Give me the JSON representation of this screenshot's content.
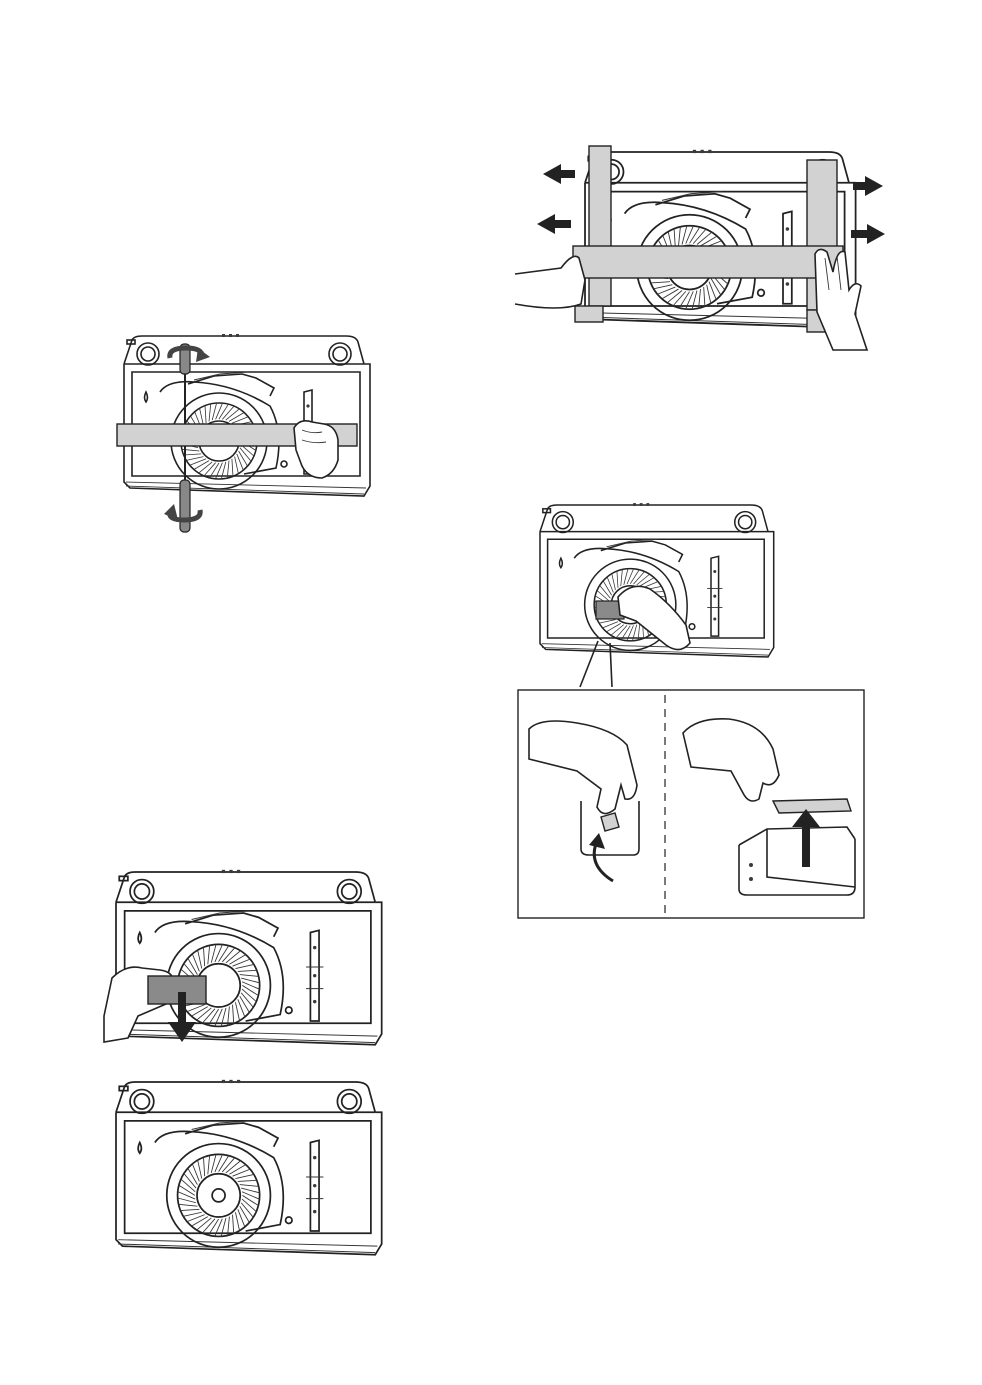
{
  "page": {
    "background": "#ffffff",
    "line_color": "#222222",
    "tint_color": "#d2d2d2"
  },
  "figures": [
    {
      "id": "unscrew-fan-assembly",
      "icons": [
        "hood-interior",
        "fan-wheel",
        "support-bar",
        "screwdriver-icon",
        "rotate-arrow-icon",
        "hand-icon"
      ]
    },
    {
      "id": "remove-side-supports",
      "icons": [
        "hood-interior",
        "support-frame",
        "pull-arrow-icon",
        "hand-icon"
      ]
    },
    {
      "id": "release-motor-clip",
      "icons": [
        "hood-interior",
        "fan-wheel",
        "down-arrow-icon",
        "hand-icon"
      ]
    },
    {
      "id": "fan-removed",
      "icons": [
        "hood-interior",
        "fan-wheel"
      ]
    },
    {
      "id": "grip-motor-clip",
      "icons": [
        "hood-interior",
        "fan-wheel",
        "hand-icon"
      ]
    },
    {
      "id": "clip-detail",
      "icons": [
        "hand-icon",
        "curved-arrow-icon",
        "up-arrow-icon",
        "bracket"
      ]
    }
  ]
}
